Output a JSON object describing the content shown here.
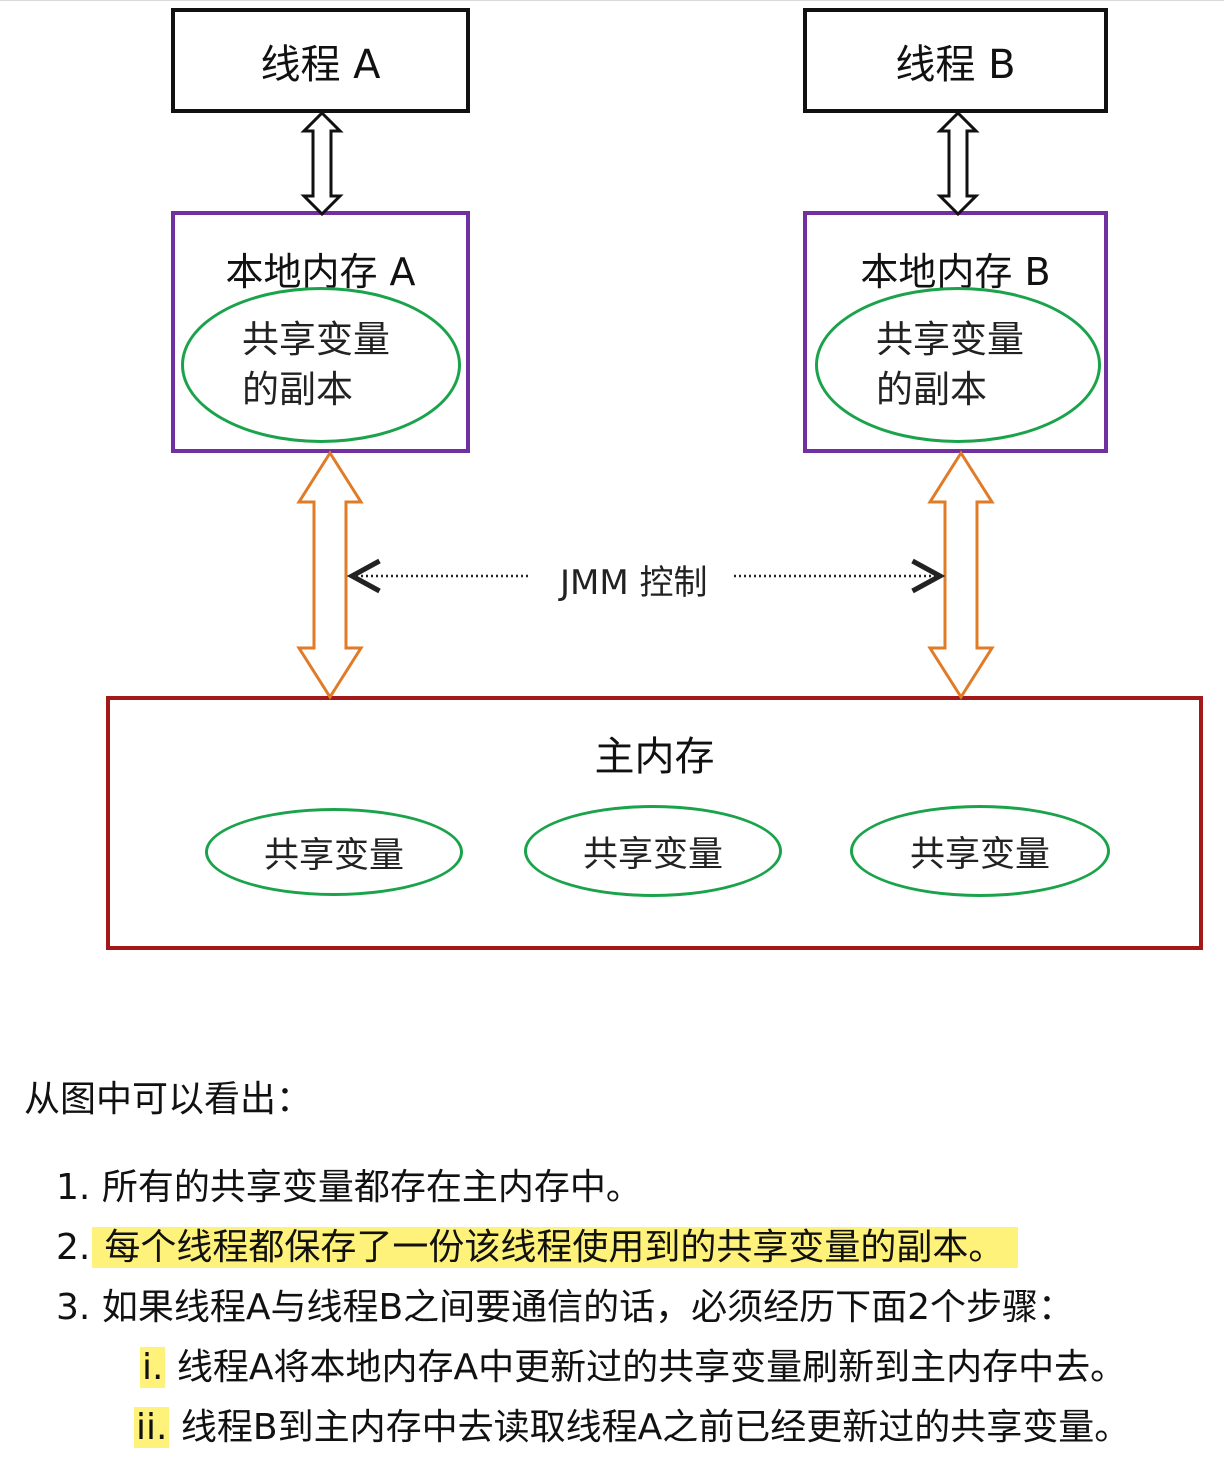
{
  "diagram": {
    "thread_a": {
      "label": "线程 A"
    },
    "thread_b": {
      "label": "线程 B"
    },
    "local_a": {
      "title": "本地内存 A",
      "copy_line1": "共享变量",
      "copy_line2": "的副本"
    },
    "local_b": {
      "title": "本地内存 B",
      "copy_line1": "共享变量",
      "copy_line2": "的副本"
    },
    "jmm_label": "JMM 控制",
    "main_memory": {
      "title": "主内存",
      "shared_vars": [
        "共享变量",
        "共享变量",
        "共享变量"
      ]
    },
    "colors": {
      "thread_border": "#111111",
      "local_border": "#7030a0",
      "main_border": "#a31818",
      "ellipse": "#1aa34a",
      "arrow_orange": "#e07b27",
      "highlight": "#fff27a"
    }
  },
  "text": {
    "intro": "从图中可以看出：",
    "items": [
      {
        "num": "1.",
        "text": "所有的共享变量都存在主内存中。"
      },
      {
        "num": "2.",
        "text": "每个线程都保存了一份该线程使用到的共享变量的副本。"
      },
      {
        "num": "3.",
        "text": "如果线程A与线程B之间要通信的话，必须经历下面2个步骤："
      }
    ],
    "subitems": [
      {
        "num": "i.",
        "text": "线程A将本地内存A中更新过的共享变量刷新到主内存中去。"
      },
      {
        "num": "ii.",
        "text": "线程B到主内存中去读取线程A之前已经更新过的共享变量。"
      }
    ]
  }
}
